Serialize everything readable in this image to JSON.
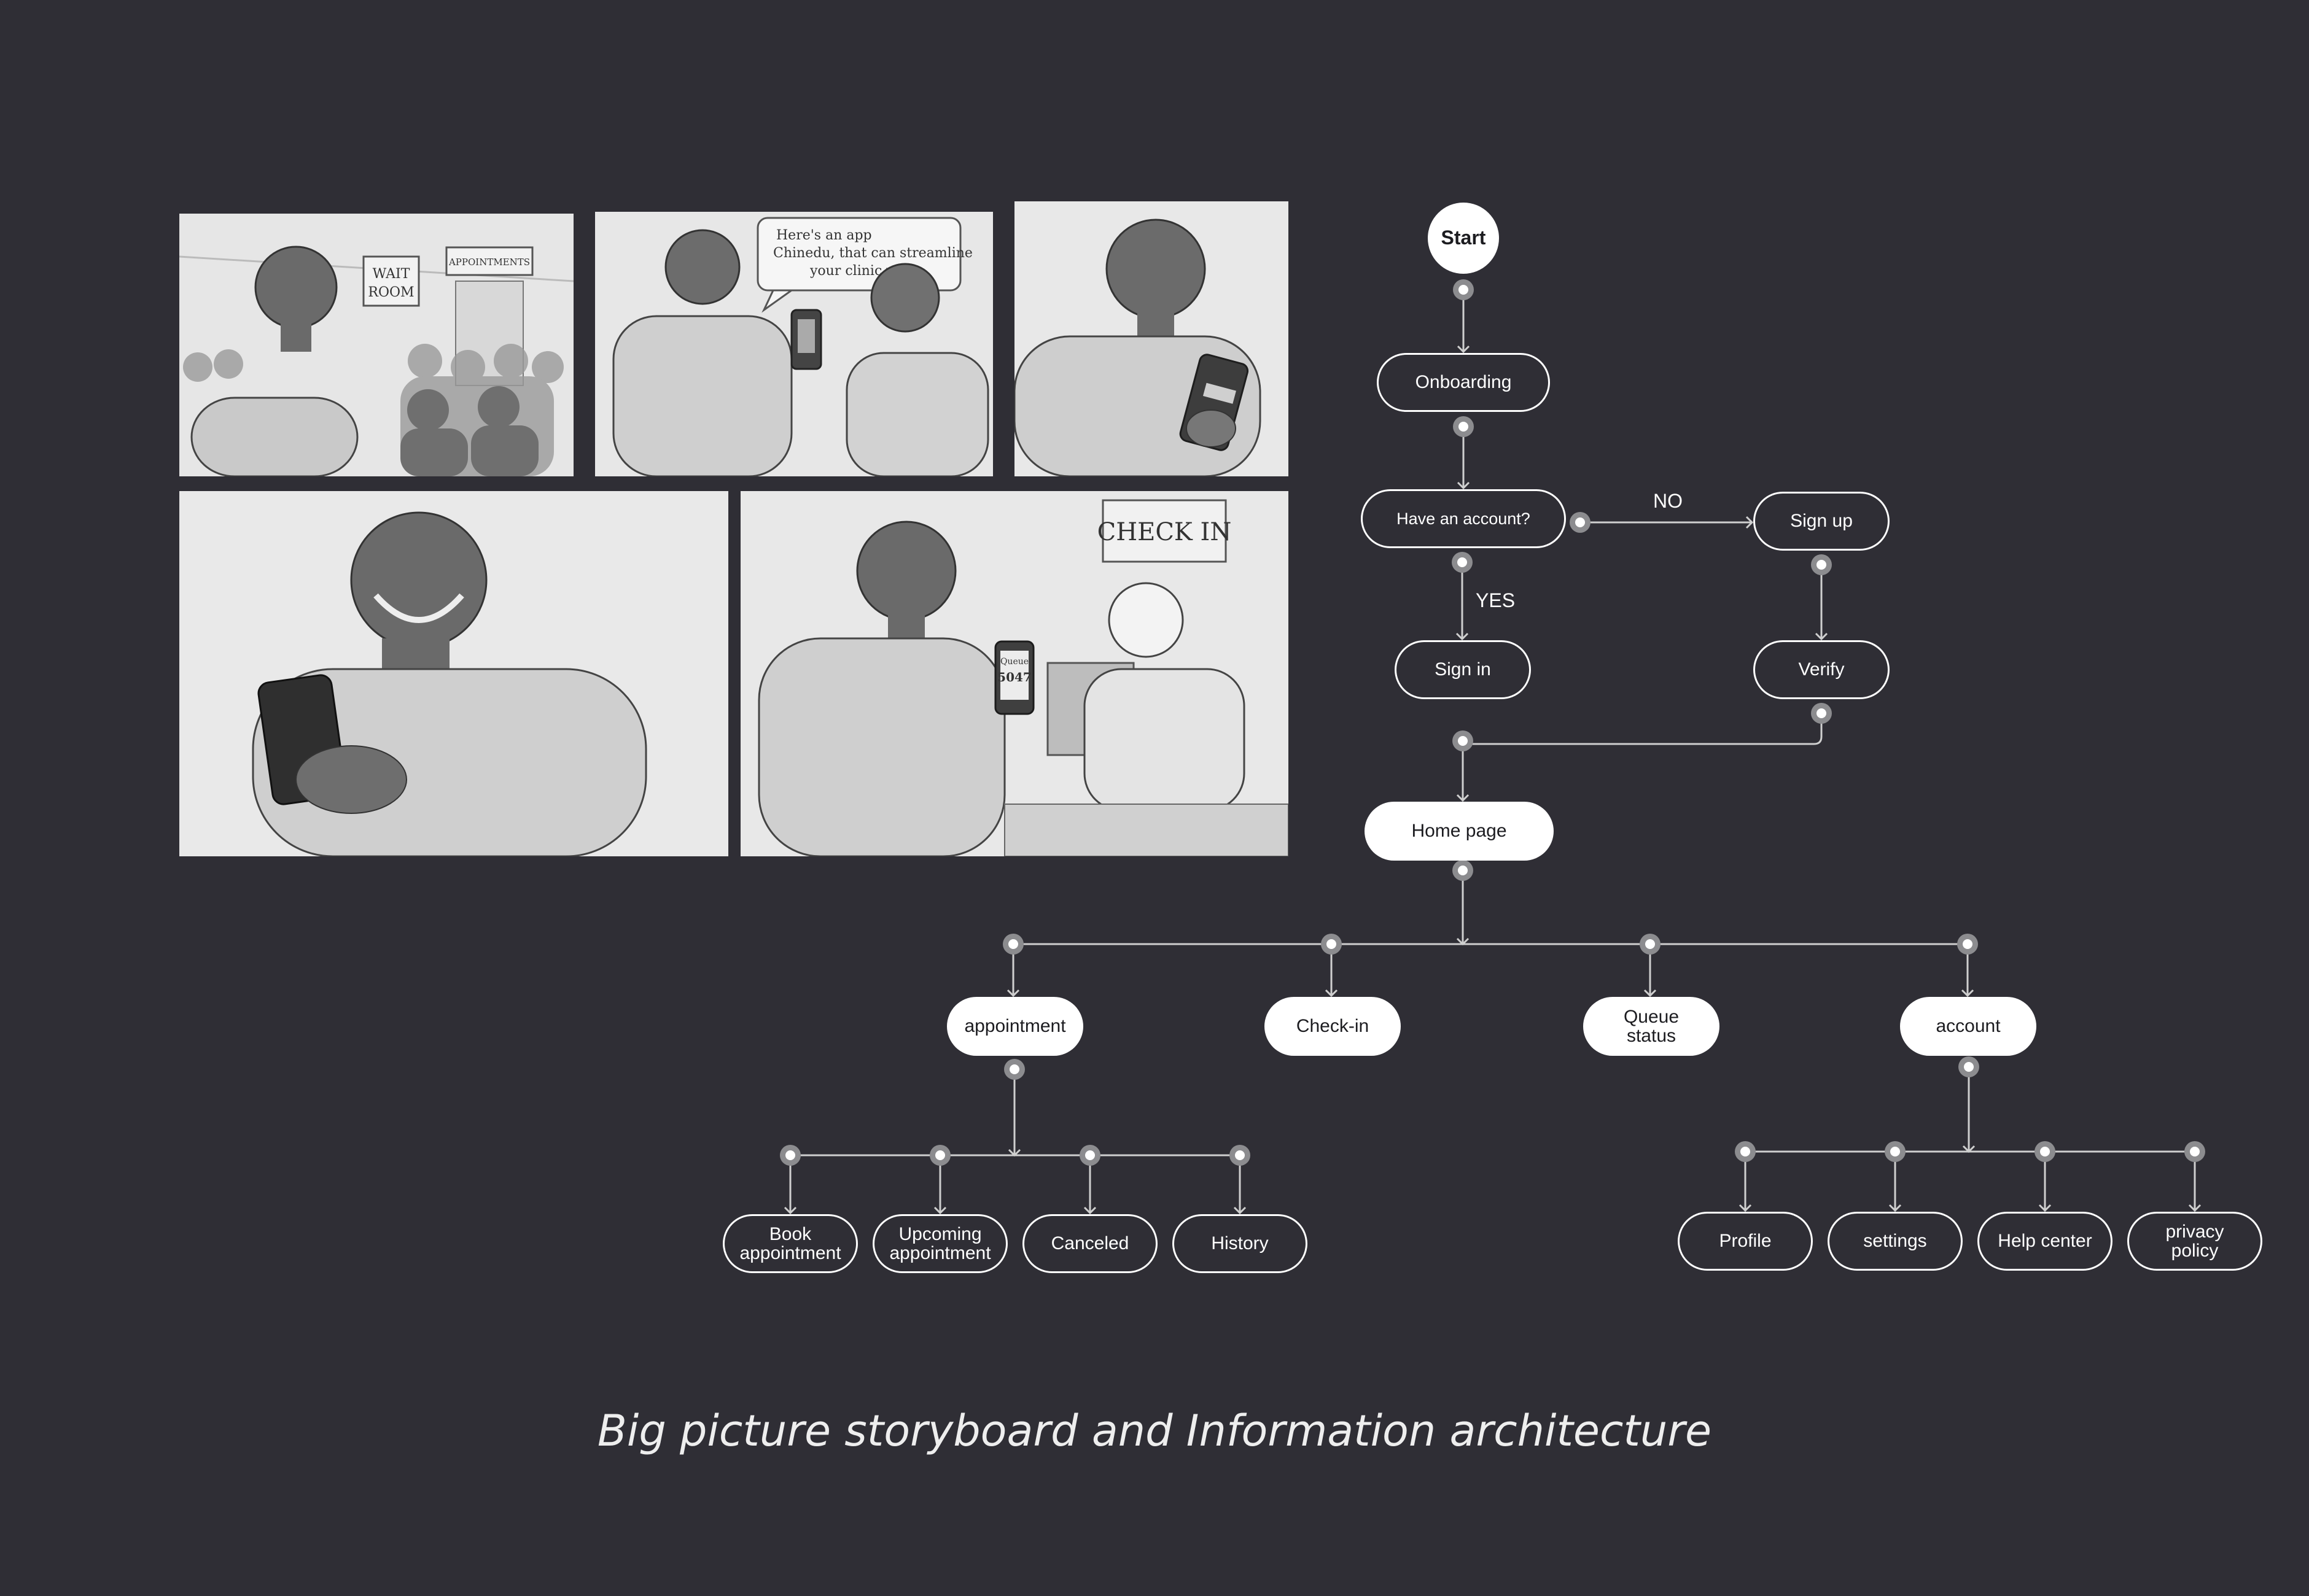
{
  "storyboard": {
    "panel1": {
      "sign_wait": "WAIT",
      "sign_room": "ROOM",
      "sign_appointments": "APPOINTMENTS"
    },
    "panel2": {
      "speech_line1": "Here's an app",
      "speech_line2": "Chinedu, that can streamline",
      "speech_line3": "your clinic visits."
    },
    "panel5": {
      "sign_checkin": "CHECK IN",
      "phone_label": "Queue",
      "phone_number": "5047"
    }
  },
  "flow": {
    "start": "Start",
    "onboarding": "Onboarding",
    "have_account": "Have an account?",
    "no_label": "NO",
    "yes_label": "YES",
    "sign_up": "Sign up",
    "verify": "Verify",
    "sign_in": "Sign in",
    "home": "Home page",
    "appointment": "appointment",
    "checkin": "Check-in",
    "queue_status": "Queue\nstatus",
    "account": "account",
    "book": "Book\nappointment",
    "upcoming": "Upcoming\nappointment",
    "canceled": "Canceled",
    "history": "History",
    "profile": "Profile",
    "settings": "settings",
    "help": "Help center",
    "privacy": "privacy\npolicy"
  },
  "caption": "Big picture storyboard and Information architecture",
  "colors": {
    "background": "#2f2e35",
    "node": "#ffffff",
    "connector": "#cfcfcf"
  }
}
